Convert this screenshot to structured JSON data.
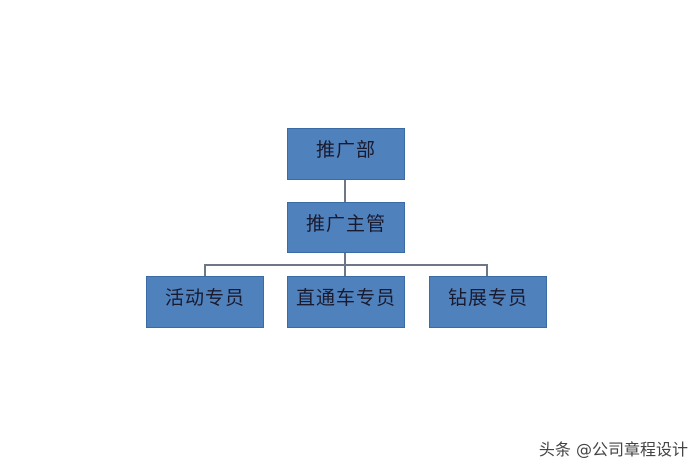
{
  "diagram": {
    "type": "org-chart",
    "colors": {
      "node_fill": "#4f81bd",
      "node_border": "#3b6ba5",
      "connector": "#6d7786",
      "text": "#1a1a2e"
    },
    "root": {
      "label": "推广部",
      "children": [
        {
          "label": "推广主管",
          "children": [
            {
              "label": "活动专员"
            },
            {
              "label": "直通车专员"
            },
            {
              "label": "钻展专员"
            }
          ]
        }
      ]
    }
  },
  "watermark": "头条 @公司章程设计"
}
